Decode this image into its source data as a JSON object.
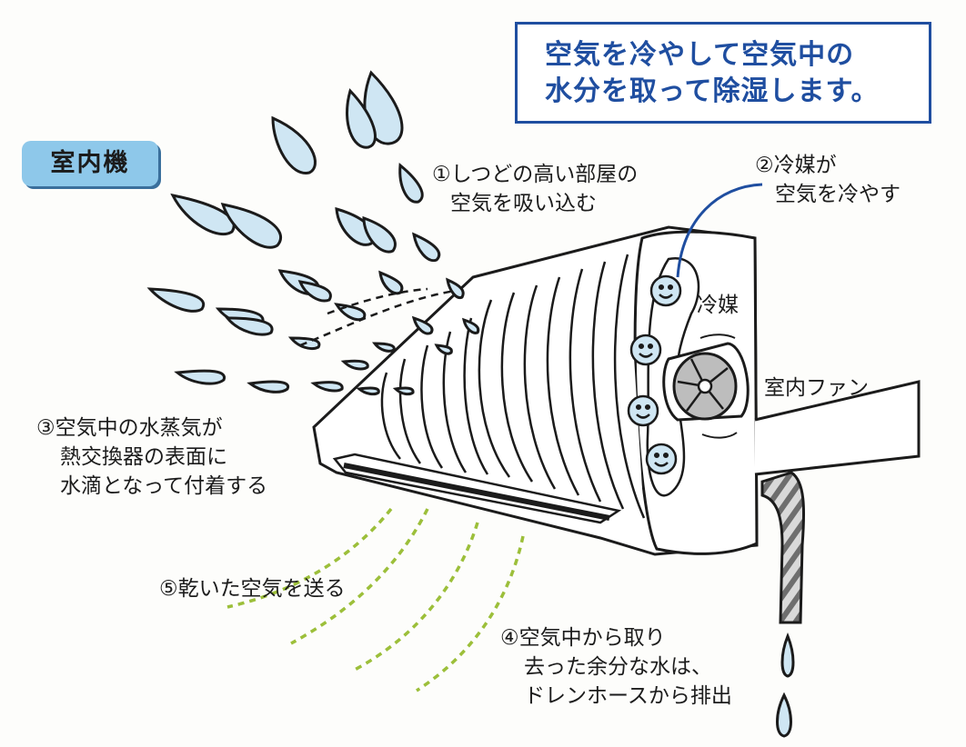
{
  "title": {
    "line1": "空気を冷やして空気中の",
    "line2": "水分を取って除湿します。"
  },
  "unit_label": "室内機",
  "steps": {
    "step1": {
      "line1": "①しつどの高い部屋の",
      "line2": "空気を吸い込む"
    },
    "step2": {
      "line1": "②冷媒が",
      "line2": "空気を冷やす"
    },
    "step3": {
      "line1": "③空気中の水蒸気が",
      "line2": "熱交換器の表面に",
      "line3": "水滴となって付着する"
    },
    "step4": {
      "line1": "④空気中から取り",
      "line2": "去った余分な水は、",
      "line3": "ドレンホースから排出"
    },
    "step5": {
      "line1": "⑤乾いた空気を送る"
    }
  },
  "parts": {
    "refrigerant": "冷媒",
    "indoor_fan": "室内ファン"
  },
  "colors": {
    "title_blue": "#1f4ea0",
    "badge_blue": "#8ec8ea",
    "droplet_fill": "#cfe6f3",
    "dry_air_green": "#9cbf3a",
    "unit_outline": "#1b1b1b"
  },
  "icons": {
    "droplet": "water-droplet-icon",
    "refrigerant_ball": "smiley-refrigerant-icon",
    "fan": "fan-icon",
    "hose": "drain-hose-icon"
  }
}
